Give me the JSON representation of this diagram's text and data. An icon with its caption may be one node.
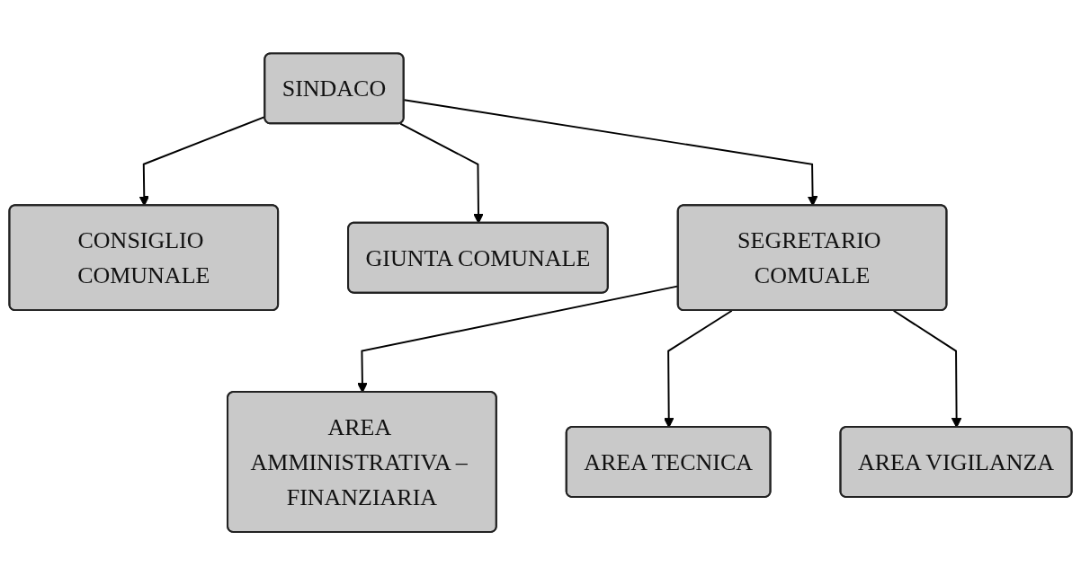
{
  "diagram": {
    "nodes": [
      {
        "text": [
          "CONSIGLIO COMUNALE"
        ]
      },
      {
        "text": [
          "SINDACO"
        ]
      },
      {
        "text": [
          "GIUNTA COMUNALE"
        ]
      },
      {
        "text": [
          "SEGRETARIO COMUALE"
        ]
      },
      {
        "text": [
          "AREA AMMINISTRATIVA – FINANZIARIA"
        ]
      },
      {
        "text": [
          "AREA TECNICA"
        ]
      },
      {
        "text": [
          "AREA VIGILANZA"
        ]
      }
    ],
    "edges": [
      {
        "from": 1,
        "to": 0,
        "arrow": "to"
      },
      {
        "from": 1,
        "to": 2,
        "arrow": "to"
      },
      {
        "from": 1,
        "to": 3,
        "arrow": "to"
      },
      {
        "from": 3,
        "to": 4,
        "arrow": "to"
      },
      {
        "from": 3,
        "to": 5,
        "arrow": "to"
      },
      {
        "from": 3,
        "to": 6,
        "arrow": "to"
      }
    ]
  }
}
